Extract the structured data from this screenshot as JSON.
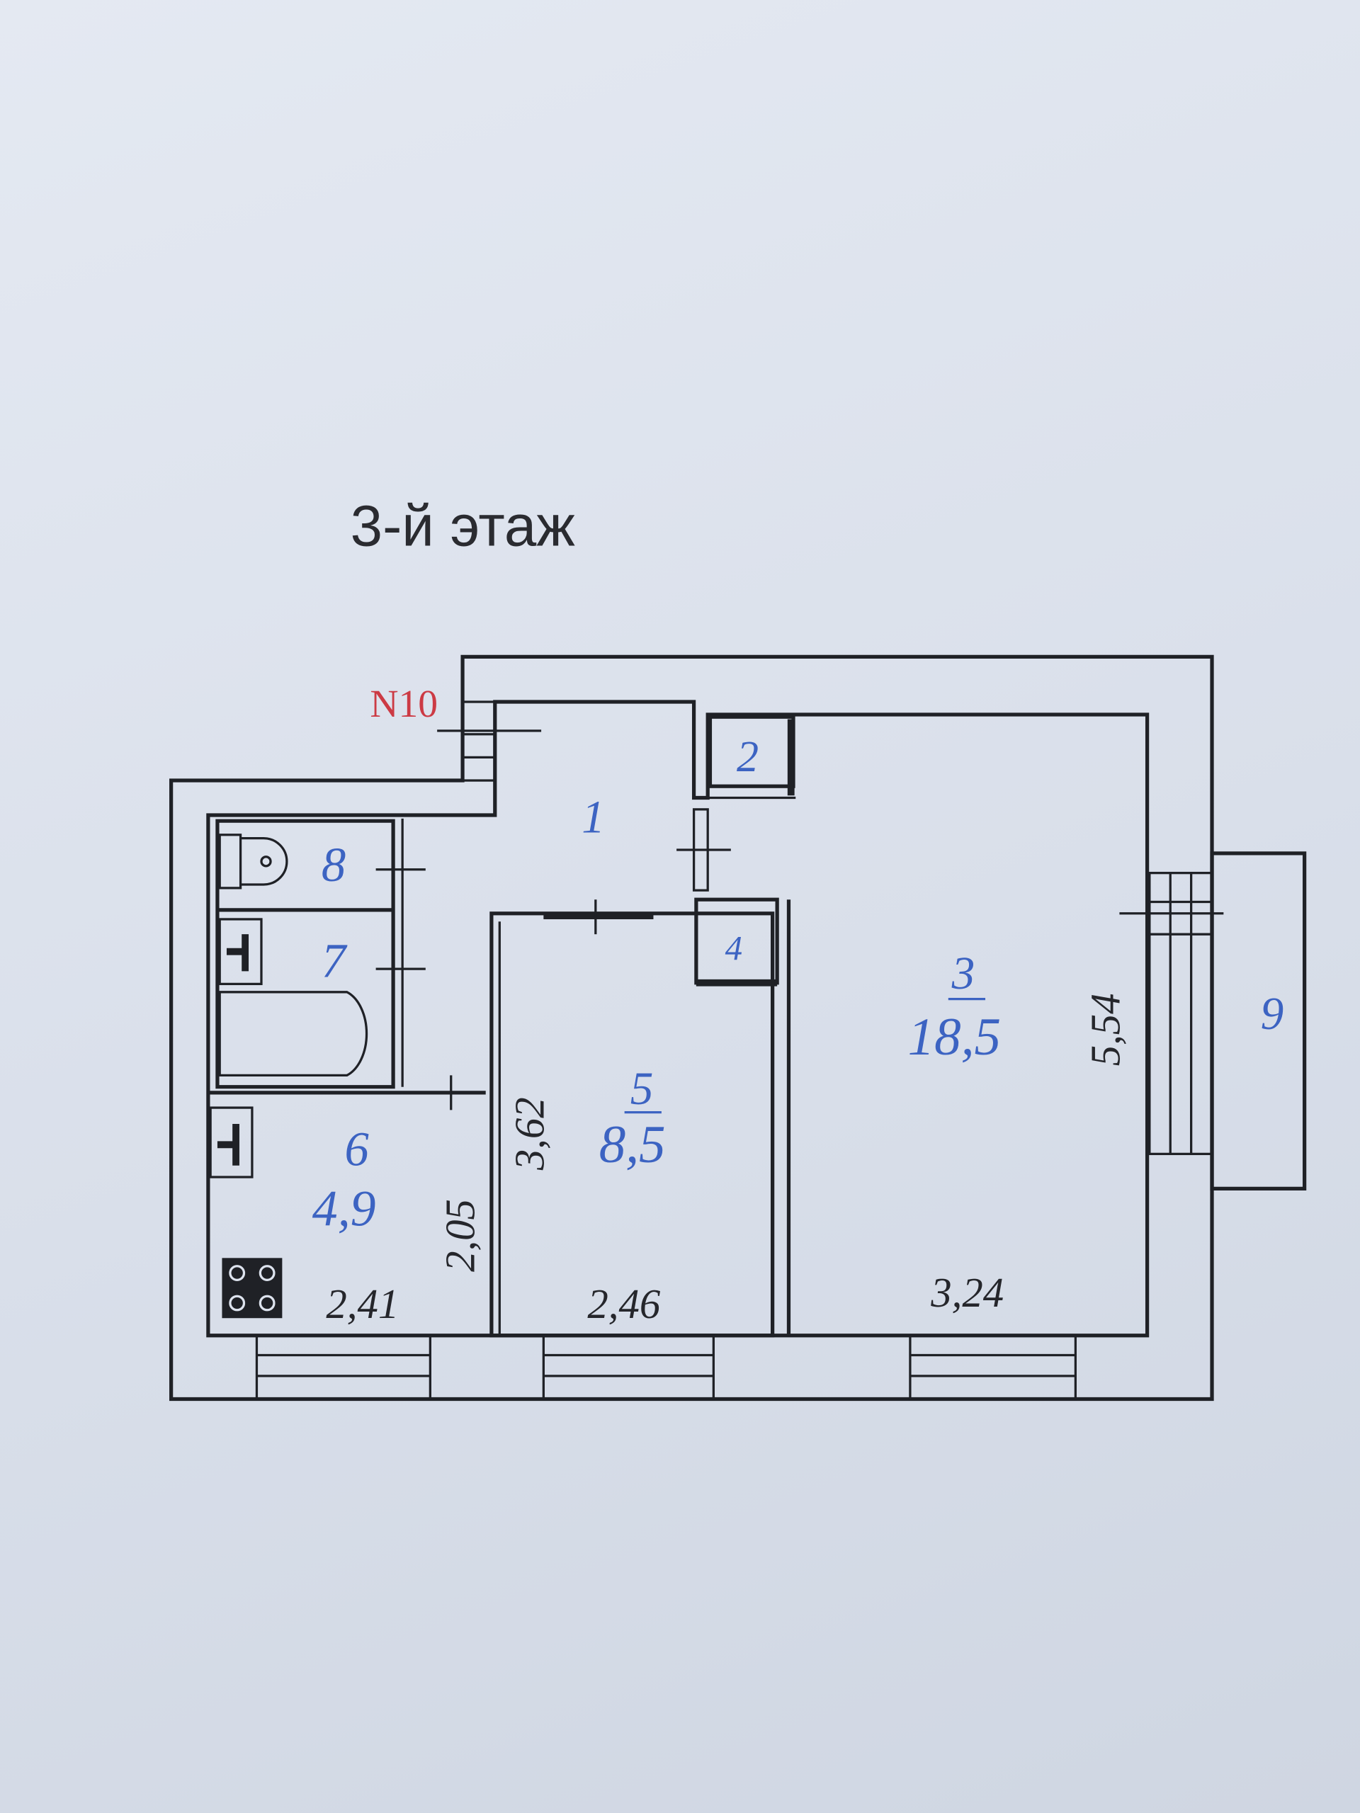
{
  "title": "3-й этаж",
  "entrance_label": "N10",
  "rooms": [
    {
      "number": "1"
    },
    {
      "number": "2"
    },
    {
      "number": "3",
      "area": "18,5"
    },
    {
      "number": "4"
    },
    {
      "number": "5",
      "area": "8,5"
    },
    {
      "number": "6",
      "area": "4,9"
    },
    {
      "number": "7"
    },
    {
      "number": "8"
    },
    {
      "number": "9"
    }
  ],
  "dimensions": {
    "kitchen_width": "2,41",
    "kitchen_length": "2,05",
    "room5_length": "3,62",
    "room5_width": "2,46",
    "room3_width": "3,24",
    "room3_length": "5,54"
  },
  "colors": {
    "room_label": "#3c63c2",
    "entrance_label": "#cc3a44",
    "lines": "#1f2126"
  }
}
